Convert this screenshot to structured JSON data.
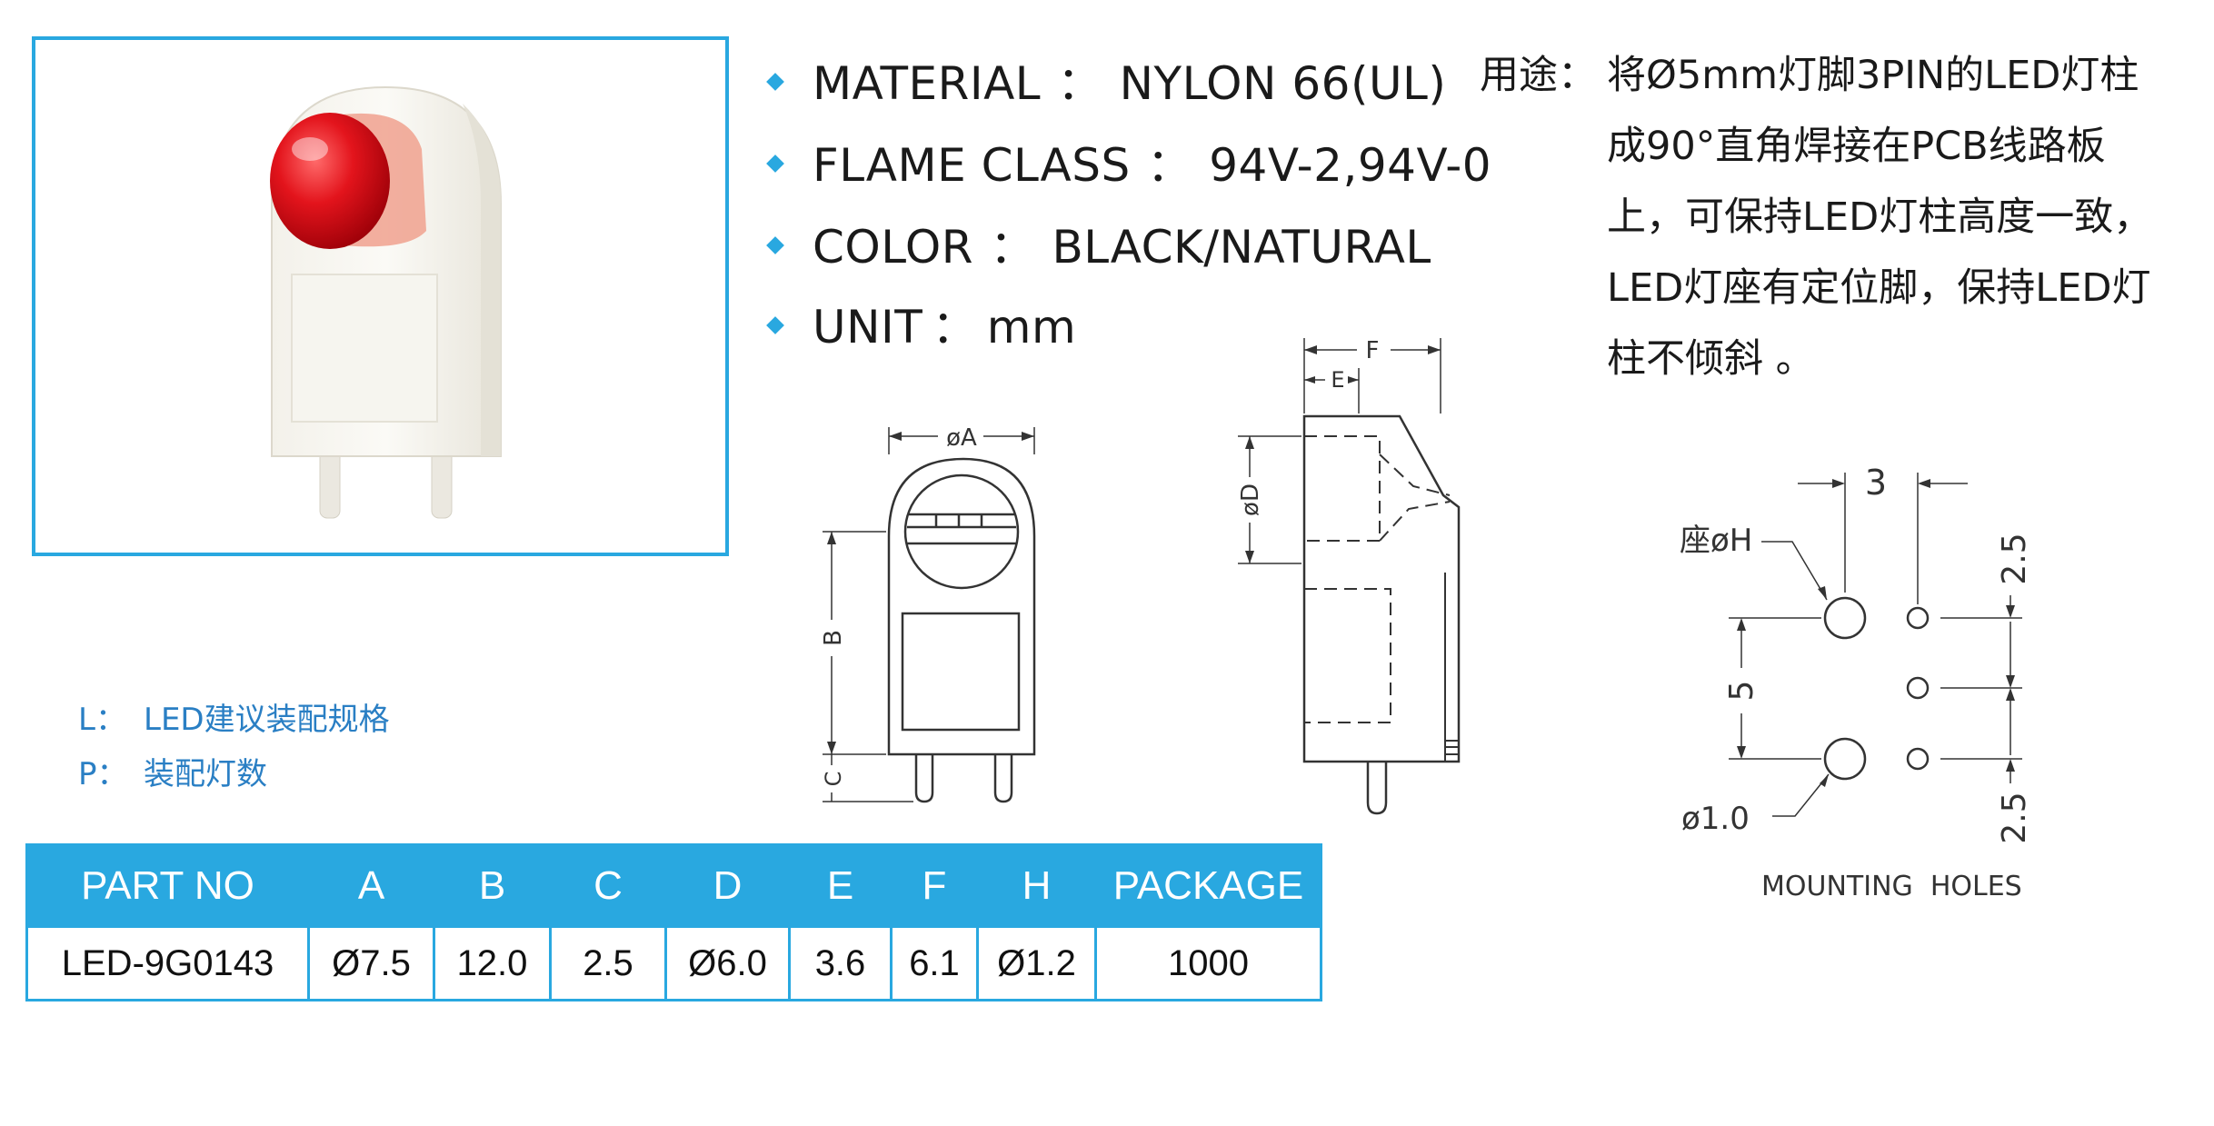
{
  "specs": [
    {
      "label": "MATERIAL",
      "sep": "：",
      "value": "NYLON 66(UL)"
    },
    {
      "label": "FLAME CLASS",
      "sep": "：",
      "value": "94V-2,94V-0"
    },
    {
      "label": "COLOR",
      "sep": "：",
      "value": "BLACK/NATURAL"
    },
    {
      "label": "UNIT",
      "sep": "：",
      "value": "mm"
    }
  ],
  "usage": {
    "label": "用途：",
    "lines": [
      "将Ø5mm灯脚3PIN的LED灯柱",
      "成90°直角焊接在PCB线路板",
      "上，可保持LED灯柱高度一致，",
      "LED灯座有定位脚，保持LED灯",
      "柱不倾斜 。"
    ]
  },
  "legend": [
    {
      "key": "L：",
      "text": "LED建议装配规格"
    },
    {
      "key": "P：",
      "text": "装配灯数"
    }
  ],
  "drawing": {
    "front": {
      "dim_a": "øA",
      "dim_b": "B",
      "dim_c": "C"
    },
    "side": {
      "dim_f": "F",
      "dim_e": "E",
      "dim_d": "øD"
    },
    "holes": {
      "pitch_x": "3",
      "seat_label": "座øH",
      "pitch_v": "5",
      "offset_top": "2.5",
      "offset_bottom": "2.5",
      "hole_dia": "ø1.0",
      "caption": "MOUNTING  HOLES"
    }
  },
  "colors": {
    "accent": "#29a8e0",
    "led": "#e3141c",
    "legend_text": "#2a7fc4"
  },
  "table": {
    "headers": [
      "PART NO",
      "A",
      "B",
      "C",
      "D",
      "E",
      "F",
      "H",
      "PACKAGE"
    ],
    "rows": [
      [
        "LED-9G0143",
        "Ø7.5",
        "12.0",
        "2.5",
        "Ø6.0",
        "3.6",
        "6.1",
        "Ø1.2",
        "1000"
      ]
    ]
  }
}
